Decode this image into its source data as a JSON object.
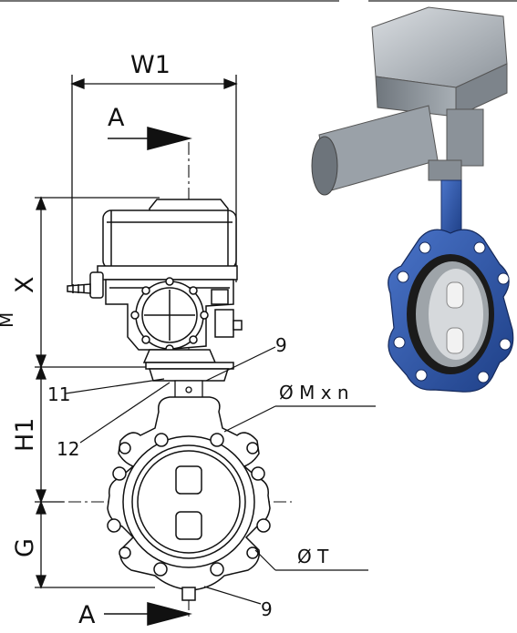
{
  "labels": {
    "w1": "W1",
    "section_top": "A",
    "section_bottom": "A",
    "x": "X",
    "h1": "H1",
    "g": "G",
    "m": "M",
    "callout_9_top": "9",
    "callout_9_bottom": "9",
    "callout_11": "11",
    "callout_12": "12",
    "bolt_circle": "Ø M x n",
    "outer_dia": "Ø T"
  },
  "colors": {
    "line": "#1a1a1a",
    "valve_blue": "#2b54a6",
    "actuator_grey": "#9aa1a8"
  }
}
